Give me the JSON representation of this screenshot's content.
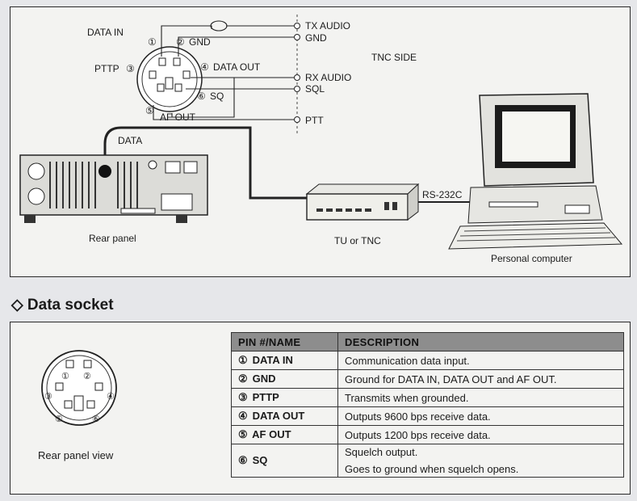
{
  "diagram": {
    "pin_labels": {
      "data_in": "DATA IN",
      "gnd": "GND",
      "pttp": "PTTP",
      "data_out": "DATA OUT",
      "sq": "SQ",
      "af_out": "AF OUT"
    },
    "pin_marks": [
      "①",
      "②",
      "③",
      "④",
      "⑤",
      "⑥"
    ],
    "tnc_side_terminals": [
      "TX AUDIO",
      "GND",
      "RX AUDIO",
      "SQL",
      "PTT"
    ],
    "tnc_side_label": "TNC SIDE",
    "cable_label": "DATA",
    "rear_panel_caption": "Rear panel",
    "tnc_caption": "TU or TNC",
    "link_label": "RS-232C",
    "computer_caption": "Personal computer"
  },
  "section": {
    "marker": "◇",
    "heading": "Data socket"
  },
  "socket": {
    "view_caption": "Rear panel view",
    "table": {
      "headers": [
        "PIN #/NAME",
        "DESCRIPTION"
      ],
      "rows": [
        {
          "mark": "①",
          "name": "DATA IN",
          "desc": "Communication data input."
        },
        {
          "mark": "②",
          "name": "GND",
          "desc": "Ground for DATA IN, DATA OUT and AF OUT."
        },
        {
          "mark": "③",
          "name": "PTTP",
          "desc": "Transmits when grounded."
        },
        {
          "mark": "④",
          "name": "DATA OUT",
          "desc": "Outputs 9600 bps receive data."
        },
        {
          "mark": "⑤",
          "name": "AF OUT",
          "desc": "Outputs 1200 bps receive data."
        },
        {
          "mark": "⑥",
          "name": "SQ",
          "desc": "Squelch output.",
          "desc2": "Goes to ground when squelch opens."
        }
      ]
    }
  }
}
